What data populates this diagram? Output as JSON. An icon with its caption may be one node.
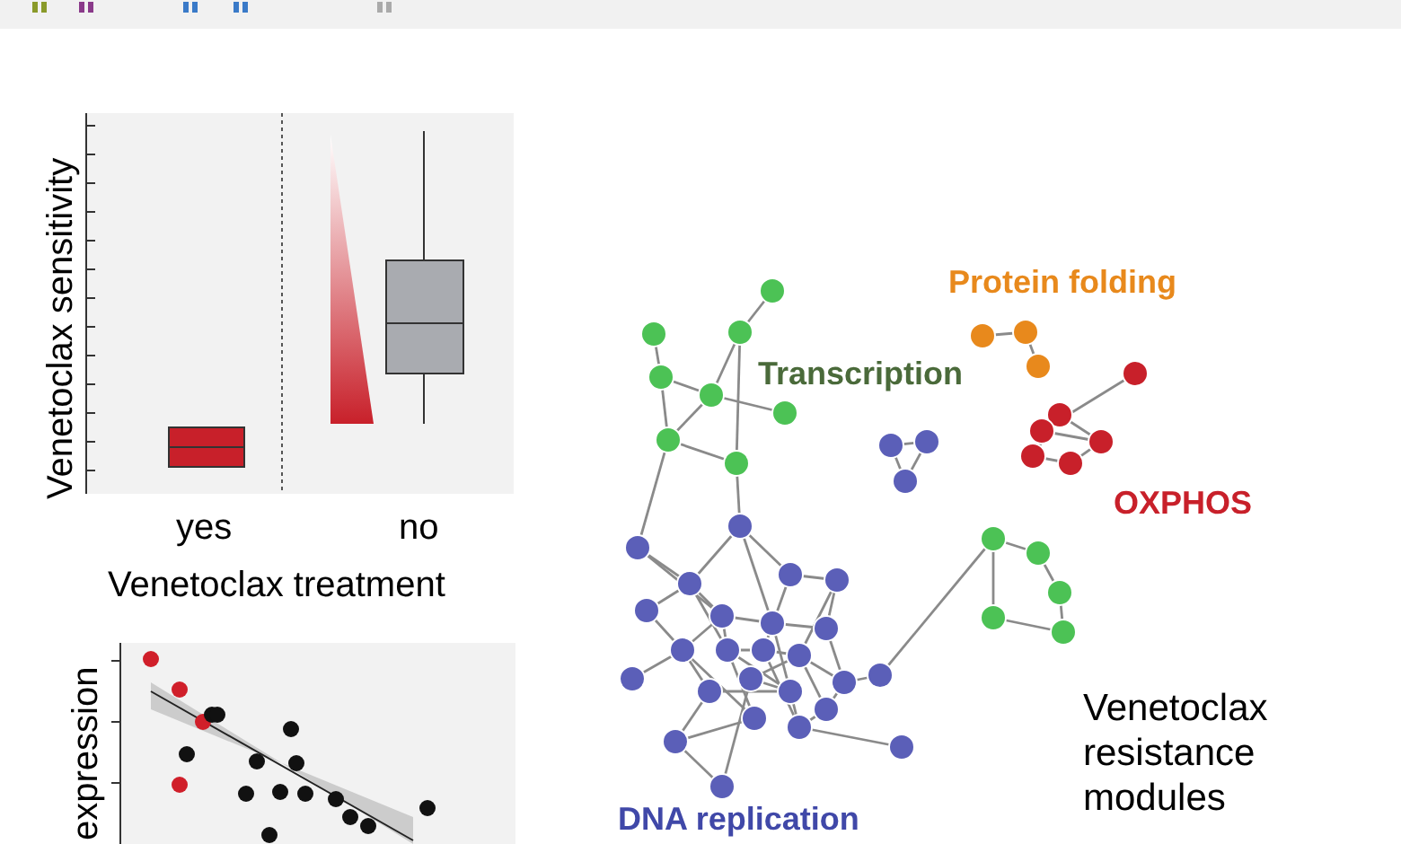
{
  "diagram": {
    "labels": [
      "Venetoclax sensitivity",
      "yes",
      "no",
      "Venetoclax treatment",
      "expression",
      "Protein folding",
      "Transcription",
      "OXPHOS",
      "DNA replication",
      "Venetoclax resistance modules"
    ]
  }
}
